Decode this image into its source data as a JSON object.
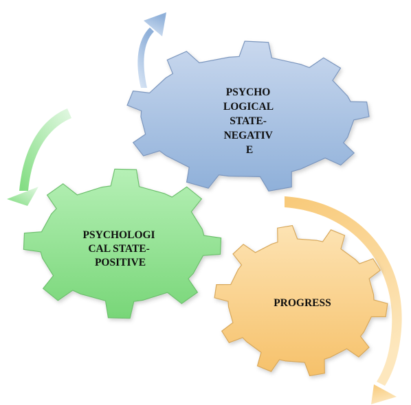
{
  "diagram": {
    "gears": [
      {
        "id": "negative",
        "label_lines": [
          "PSYCHO",
          "LOGICAL",
          "STATE-",
          "NEGATIV",
          "E"
        ],
        "fill_top": "#c9d8ee",
        "fill_bottom": "#8fb0d9",
        "stroke": "#7a95bd"
      },
      {
        "id": "positive",
        "label_lines": [
          "PSYCHOLOGI",
          "CAL STATE-",
          "POSITIVE"
        ],
        "fill_top": "#b6f0b6",
        "fill_bottom": "#78d678",
        "stroke": "#6cbf6c"
      },
      {
        "id": "progress",
        "label_lines": [
          "PROGRESS"
        ],
        "fill_top": "#fde3b3",
        "fill_bottom": "#f6c16a",
        "stroke": "#d7a75a"
      }
    ],
    "arrows": [
      {
        "id": "blue",
        "color_start": "#dbe7f6",
        "color_end": "#8fb0d9"
      },
      {
        "id": "green",
        "color_start": "#e3f8e3",
        "color_end": "#7fdc7f"
      },
      {
        "id": "orange",
        "color_start": "#f8c978",
        "color_end": "#fde7bd"
      }
    ]
  }
}
